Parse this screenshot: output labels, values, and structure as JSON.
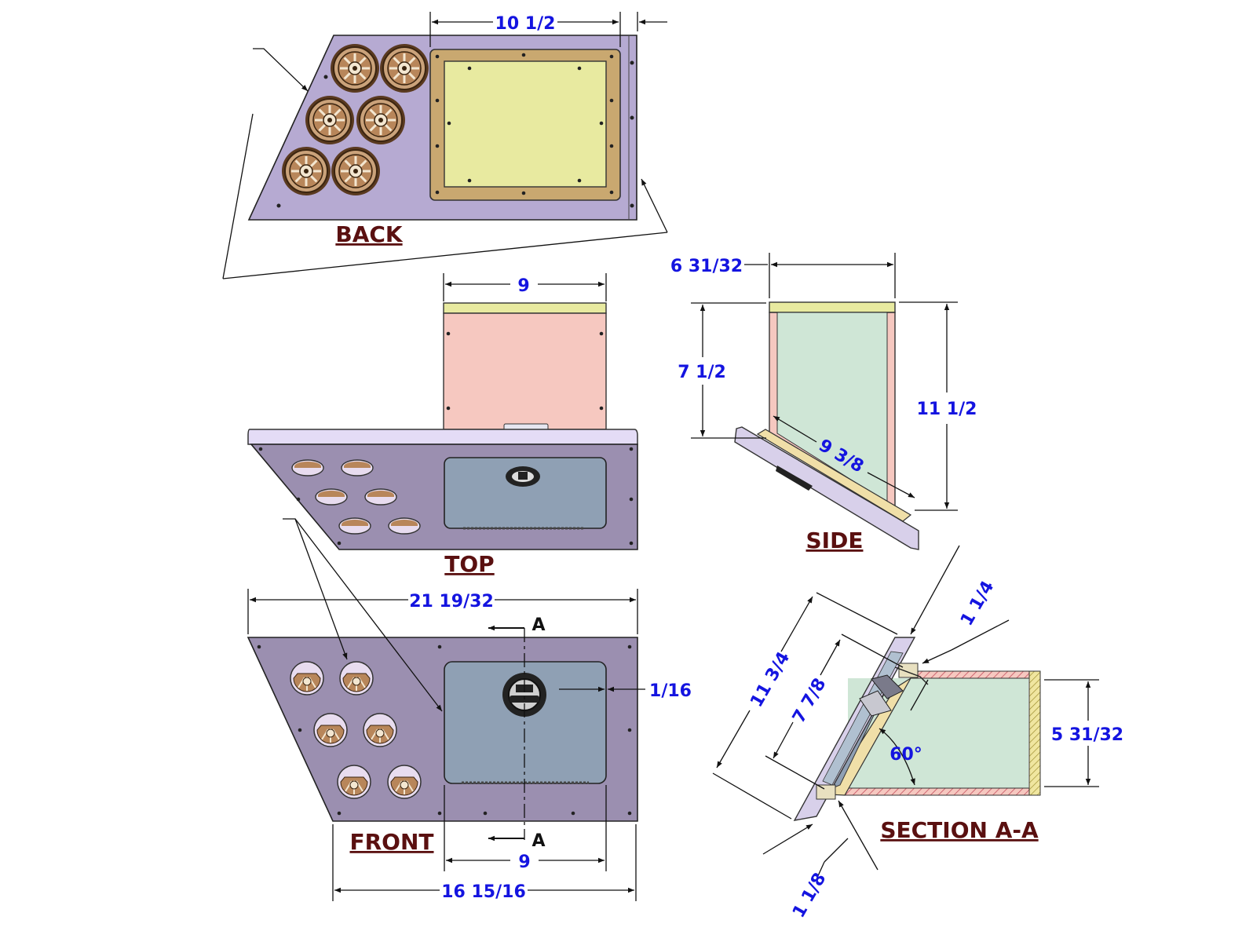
{
  "colors": {
    "panel": "#9b8fb0",
    "panel_back": "#b6aad2",
    "panel_edge": "#d8d0ea",
    "door": "#8fa0b4",
    "pink": "#f6c8c0",
    "green": "#cfe6d6",
    "yellow_lid": "#e8eaa0",
    "tan": "#f0dfa8",
    "frame": "#c9a870",
    "fan": "#b8865a",
    "dim_text": "#1414e0",
    "view_text": "#5a1010"
  },
  "views": {
    "back": "BACK",
    "top": "TOP",
    "side": "SIDE",
    "front": "FRONT",
    "section": "SECTION A-A"
  },
  "dimensions": {
    "back_width": "10 1/2",
    "top_width": "9",
    "side_depth": "6 31/32",
    "side_height_front": "7 1/2",
    "side_height_back": "11 1/2",
    "side_diagonal": "9 3/8",
    "front_width": "21 19/32",
    "front_door_clear": "1/16",
    "front_door_width": "9",
    "front_bottom_width": "16 15/16",
    "section_flange": "1 1/4",
    "section_panel": "11 3/4",
    "section_opening": "7 7/8",
    "section_angle": "60°",
    "section_depth": "5 31/32",
    "section_lip": "1 1/8"
  },
  "section_marks": {
    "top": "A",
    "bottom": "A"
  },
  "icons": [
    "fan-icon",
    "latch-icon",
    "screw-icon",
    "arrow-icon"
  ]
}
